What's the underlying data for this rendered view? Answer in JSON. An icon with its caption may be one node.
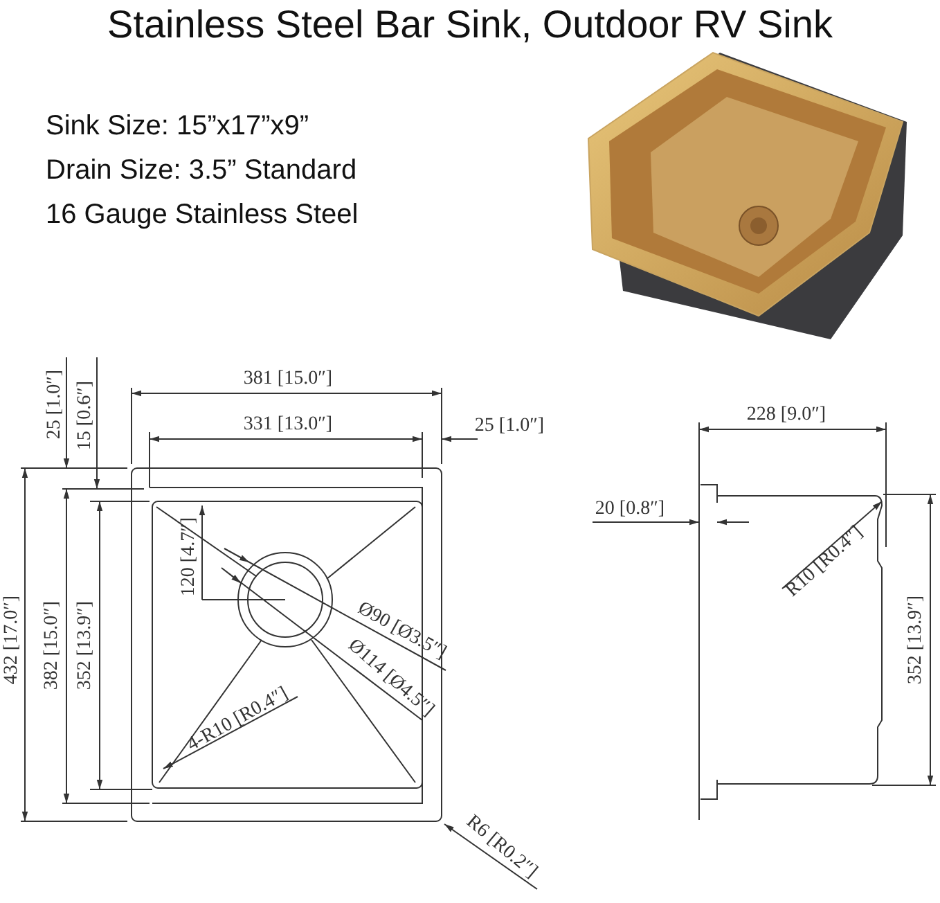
{
  "diagram": {
    "title": "Stainless Steel Bar Sink, Outdoor RV Sink",
    "labels": [
      "Sink Size: 15”x17”x9”",
      "Drain Size: 3.5” Standard",
      "16 Gauge Stainless Steel",
      "25 [1.0″]",
      "15 [0.6″]",
      "381 [15.0″]",
      "331 [13.0″]",
      "25 [1.0″]",
      "228 [9.0″]",
      "20 [0.8″]",
      "120 [4.7″]",
      "R10 [R0.4″]",
      "432 [17.0″]",
      "382 [15.0″]",
      "352 [13.9″]",
      "Ø90 [Ø3.5″]",
      "Ø114 [Ø4.5″]",
      "4-R10 [R0.4″]",
      "352 [13.9″]",
      "R6 [R0.2″]"
    ]
  }
}
